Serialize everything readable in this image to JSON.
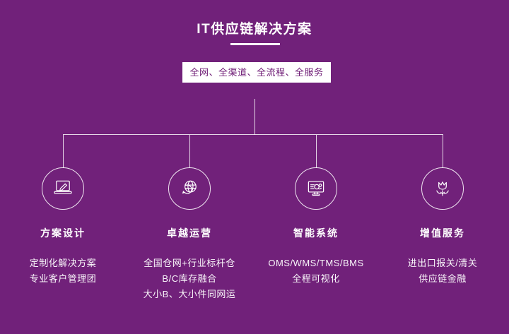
{
  "colors": {
    "background": "#71217a",
    "banner_background": "#ffffff",
    "banner_text": "#6d1a74",
    "text": "#ffffff",
    "connector_line": "rgba(255,255,255,0.82)"
  },
  "header": {
    "title": "IT供应链解决方案"
  },
  "banner": {
    "text": "全网、全渠道、全流程、全服务"
  },
  "columns": [
    {
      "icon": "laptop-pencil-icon",
      "label": "方案设计",
      "lines": [
        "定制化解决方案",
        "专业客户管理团"
      ]
    },
    {
      "icon": "globe-sync-icon",
      "label": "卓越运营",
      "lines": [
        "全国仓网+行业标杆仓",
        "B/C库存融合",
        "大小B、大小件同网运"
      ]
    },
    {
      "icon": "monitor-process-icon",
      "label": "智能系统",
      "lines": [
        "OMS/WMS/TMS/BMS",
        "全程可视化"
      ]
    },
    {
      "icon": "hand-flower-icon",
      "label": "增值服务",
      "lines": [
        "进出口报关/清关",
        "供应链金融"
      ]
    }
  ]
}
